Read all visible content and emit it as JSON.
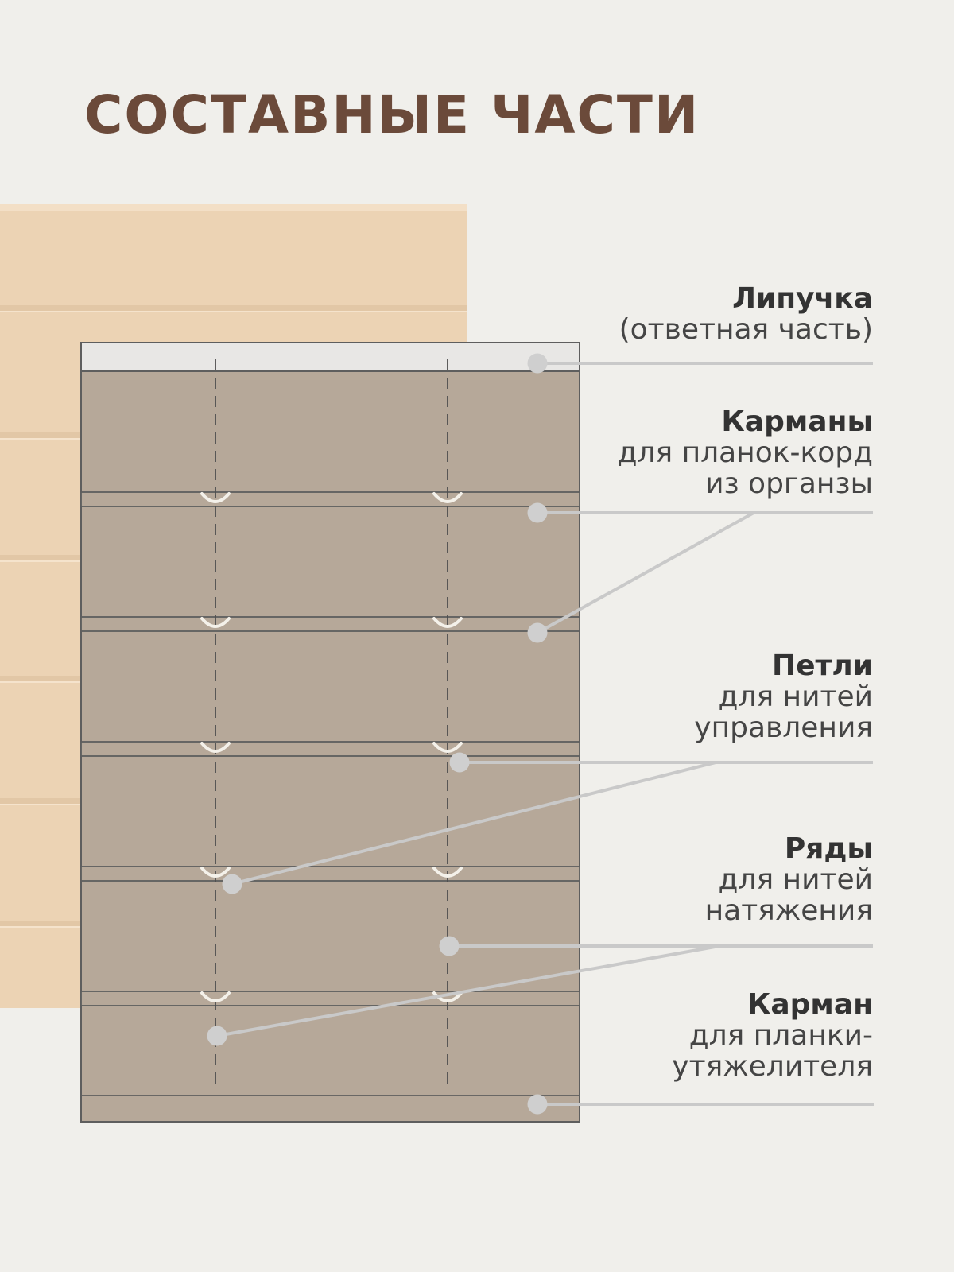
{
  "title": "СОСТАВНЫЕ ЧАСТИ",
  "colors": {
    "background": "#f0efeb",
    "title": "#6b4a3a",
    "blind_photo": "#ecd3b4",
    "panel": "#b6a899",
    "velcro_strip": "#e8e7e5",
    "leader_line": "#c9c9c9",
    "loop": "#f4f1ea"
  },
  "labels": [
    {
      "id": "velcro",
      "title": "Липучка",
      "lines": [
        "(ответная часть)"
      ]
    },
    {
      "id": "pockets",
      "title": "Карманы",
      "lines": [
        "для планок-корд",
        "из органзы"
      ]
    },
    {
      "id": "loops",
      "title": "Петли",
      "lines": [
        "для нитей",
        "управления"
      ]
    },
    {
      "id": "rows",
      "title": "Ряды",
      "lines": [
        "для нитей",
        "натяжения"
      ]
    },
    {
      "id": "bottom-pocket",
      "title": "Карман",
      "lines": [
        "для планки-",
        "утяжелителя"
      ]
    }
  ]
}
